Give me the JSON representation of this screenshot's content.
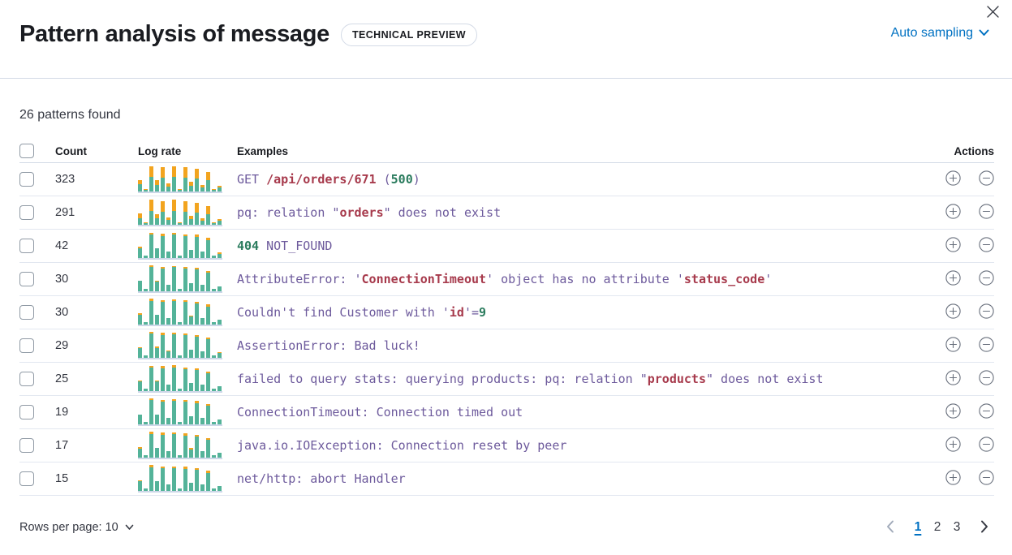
{
  "header": {
    "title": "Pattern analysis of message",
    "badge": "TECHNICAL PREVIEW",
    "sampling_label": "Auto sampling"
  },
  "summary": "26 patterns found",
  "icons": {
    "close": "close-icon",
    "chevron_down": "chevron-down-icon",
    "plus_in_circle": "plus-in-circle-icon",
    "minus_in_circle": "minus-in-circle-icon",
    "arrow_left": "chevron-left-icon",
    "arrow_right": "chevron-right-icon"
  },
  "colors": {
    "accent_blue": "#0071c2",
    "teal_bar": "#54b399",
    "orange_bar": "#f2a41f",
    "token_text": "#6d5a9c",
    "token_var": "#a73a4c",
    "token_num": "#2b7c5e",
    "icon_grey": "#69707d",
    "disabled_grey": "#a2abba"
  },
  "table": {
    "columns": {
      "count": "Count",
      "log_rate": "Log rate",
      "examples": "Examples",
      "actions": "Actions"
    },
    "rows": [
      {
        "count": "323",
        "bars": [
          [
            9,
            5
          ],
          [
            2,
            1
          ],
          [
            18,
            13
          ],
          [
            8,
            6
          ],
          [
            17,
            13
          ],
          [
            6,
            4
          ],
          [
            18,
            13
          ],
          [
            2,
            1
          ],
          [
            17,
            13
          ],
          [
            7,
            5
          ],
          [
            16,
            12
          ],
          [
            5,
            3
          ],
          [
            14,
            10
          ],
          [
            2,
            1
          ],
          [
            5,
            2
          ]
        ],
        "example": [
          [
            "c",
            "GET "
          ],
          [
            "v",
            "/api/orders/671"
          ],
          [
            "c",
            " ("
          ],
          [
            "n",
            "500"
          ],
          [
            "c",
            ")"
          ]
        ]
      },
      {
        "count": "291",
        "bars": [
          [
            8,
            6
          ],
          [
            2,
            1
          ],
          [
            17,
            14
          ],
          [
            8,
            5
          ],
          [
            16,
            13
          ],
          [
            6,
            3
          ],
          [
            17,
            14
          ],
          [
            2,
            1
          ],
          [
            16,
            13
          ],
          [
            7,
            4
          ],
          [
            15,
            12
          ],
          [
            5,
            3
          ],
          [
            13,
            10
          ],
          [
            2,
            1
          ],
          [
            5,
            2
          ]
        ],
        "example": [
          [
            "c",
            "pq: relation \""
          ],
          [
            "v",
            "orders"
          ],
          [
            "c",
            "\" does not exist"
          ]
        ]
      },
      {
        "count": "42",
        "bars": [
          [
            12,
            2
          ],
          [
            3,
            0
          ],
          [
            29,
            2
          ],
          [
            12,
            0
          ],
          [
            27,
            3
          ],
          [
            8,
            0
          ],
          [
            29,
            2
          ],
          [
            3,
            0
          ],
          [
            27,
            2
          ],
          [
            10,
            0
          ],
          [
            26,
            3
          ],
          [
            8,
            0
          ],
          [
            22,
            3
          ],
          [
            3,
            0
          ],
          [
            5,
            2
          ]
        ],
        "example": [
          [
            "n",
            "404"
          ],
          [
            "c",
            " NOT_FOUND"
          ]
        ]
      },
      {
        "count": "30",
        "bars": [
          [
            13,
            0
          ],
          [
            3,
            0
          ],
          [
            30,
            2
          ],
          [
            12,
            1
          ],
          [
            28,
            2
          ],
          [
            8,
            0
          ],
          [
            30,
            1
          ],
          [
            3,
            0
          ],
          [
            28,
            2
          ],
          [
            10,
            0
          ],
          [
            27,
            2
          ],
          [
            8,
            0
          ],
          [
            23,
            2
          ],
          [
            3,
            0
          ],
          [
            6,
            0
          ]
        ],
        "example": [
          [
            "c",
            "AttributeError: '"
          ],
          [
            "v",
            "ConnectionTimeout"
          ],
          [
            "c",
            "' object has no attribute '"
          ],
          [
            "v",
            "status_code"
          ],
          [
            "c",
            "'"
          ]
        ]
      },
      {
        "count": "30",
        "bars": [
          [
            12,
            2
          ],
          [
            3,
            0
          ],
          [
            29,
            3
          ],
          [
            12,
            0
          ],
          [
            28,
            2
          ],
          [
            8,
            0
          ],
          [
            29,
            2
          ],
          [
            3,
            0
          ],
          [
            28,
            2
          ],
          [
            10,
            1
          ],
          [
            26,
            2
          ],
          [
            8,
            0
          ],
          [
            22,
            3
          ],
          [
            3,
            0
          ],
          [
            6,
            0
          ]
        ],
        "example": [
          [
            "c",
            "Couldn't find Customer with '"
          ],
          [
            "v",
            "id"
          ],
          [
            "c",
            "'="
          ],
          [
            "n",
            "9"
          ]
        ]
      },
      {
        "count": "29",
        "bars": [
          [
            12,
            1
          ],
          [
            3,
            0
          ],
          [
            30,
            2
          ],
          [
            12,
            2
          ],
          [
            28,
            3
          ],
          [
            8,
            1
          ],
          [
            29,
            2
          ],
          [
            3,
            0
          ],
          [
            28,
            2
          ],
          [
            10,
            0
          ],
          [
            26,
            2
          ],
          [
            8,
            0
          ],
          [
            23,
            2
          ],
          [
            3,
            0
          ],
          [
            6,
            1
          ]
        ],
        "example": [
          [
            "c",
            "AssertionError: Bad luck!"
          ]
        ]
      },
      {
        "count": "25",
        "bars": [
          [
            12,
            1
          ],
          [
            3,
            0
          ],
          [
            29,
            2
          ],
          [
            12,
            1
          ],
          [
            28,
            3
          ],
          [
            8,
            0
          ],
          [
            29,
            3
          ],
          [
            3,
            0
          ],
          [
            27,
            2
          ],
          [
            10,
            0
          ],
          [
            26,
            2
          ],
          [
            8,
            0
          ],
          [
            22,
            2
          ],
          [
            3,
            0
          ],
          [
            6,
            0
          ]
        ],
        "example": [
          [
            "c",
            "failed to query stats: querying products: pq: relation \""
          ],
          [
            "v",
            "products"
          ],
          [
            "c",
            "\" does not exist"
          ]
        ]
      },
      {
        "count": "19",
        "bars": [
          [
            12,
            0
          ],
          [
            3,
            0
          ],
          [
            30,
            2
          ],
          [
            12,
            0
          ],
          [
            28,
            2
          ],
          [
            8,
            0
          ],
          [
            29,
            2
          ],
          [
            3,
            0
          ],
          [
            28,
            2
          ],
          [
            10,
            0
          ],
          [
            26,
            3
          ],
          [
            8,
            0
          ],
          [
            23,
            2
          ],
          [
            3,
            0
          ],
          [
            6,
            0
          ]
        ],
        "example": [
          [
            "c",
            "ConnectionTimeout: Connection timed out"
          ]
        ]
      },
      {
        "count": "17",
        "bars": [
          [
            11,
            2
          ],
          [
            3,
            0
          ],
          [
            29,
            3
          ],
          [
            12,
            0
          ],
          [
            28,
            3
          ],
          [
            8,
            0
          ],
          [
            29,
            2
          ],
          [
            3,
            0
          ],
          [
            27,
            3
          ],
          [
            10,
            2
          ],
          [
            26,
            2
          ],
          [
            8,
            0
          ],
          [
            22,
            2
          ],
          [
            3,
            0
          ],
          [
            6,
            0
          ]
        ],
        "example": [
          [
            "c",
            "java.io.IOException: Connection reset by peer"
          ]
        ]
      },
      {
        "count": "15",
        "bars": [
          [
            12,
            1
          ],
          [
            3,
            0
          ],
          [
            29,
            3
          ],
          [
            12,
            0
          ],
          [
            28,
            2
          ],
          [
            8,
            0
          ],
          [
            28,
            2
          ],
          [
            3,
            0
          ],
          [
            27,
            3
          ],
          [
            10,
            0
          ],
          [
            26,
            2
          ],
          [
            8,
            0
          ],
          [
            22,
            3
          ],
          [
            3,
            0
          ],
          [
            6,
            0
          ]
        ],
        "example": [
          [
            "c",
            "net/http: abort Handler"
          ]
        ]
      }
    ]
  },
  "footer": {
    "rows_per_page": "Rows per page: 10",
    "pages": [
      "1",
      "2",
      "3"
    ],
    "active_page": "1"
  }
}
